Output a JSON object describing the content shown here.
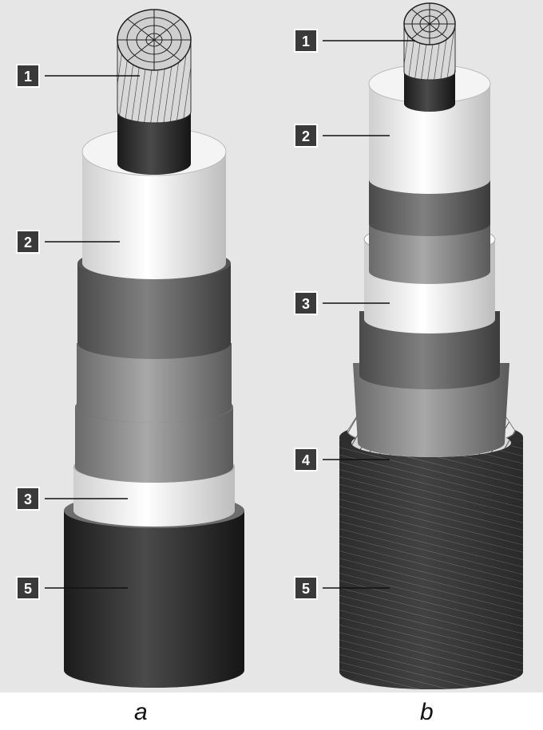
{
  "cable_a": {
    "caption": "a",
    "labels": [
      "1",
      "2",
      "3",
      "5"
    ]
  },
  "cable_b": {
    "caption": "b",
    "labels": [
      "1",
      "2",
      "3",
      "4",
      "5"
    ]
  },
  "colors": {
    "background": "#e6e6e6",
    "label_box": "#3a3a3a",
    "label_text": "#ffffff",
    "insulation": "#f2f2f2",
    "sheath": "#2a2a2a"
  },
  "icons": [
    "cable-a-illustration",
    "cable-b-illustration"
  ]
}
